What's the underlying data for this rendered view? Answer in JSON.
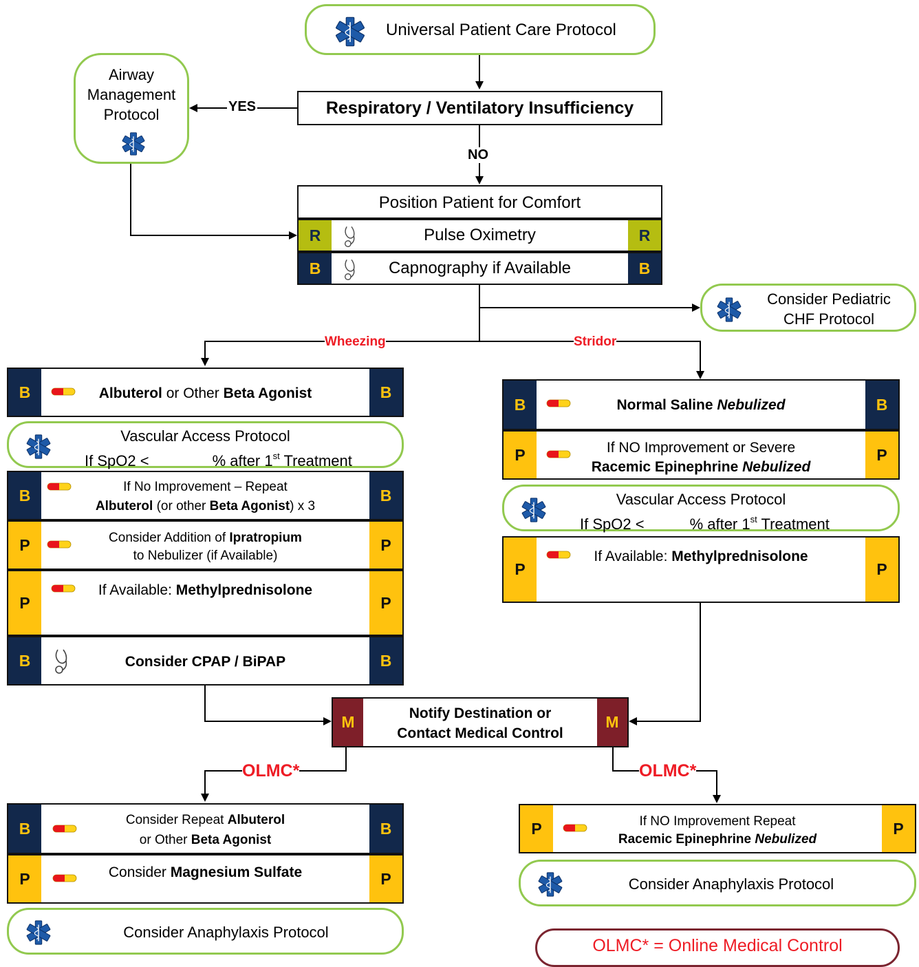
{
  "top": {
    "universal": "Universal Patient Care Protocol"
  },
  "airway": {
    "line1": "Airway",
    "line2": "Management",
    "line3": "Protocol"
  },
  "decision": {
    "title": "Respiratory / Ventilatory Insufficiency",
    "yes": "YES",
    "no": "NO"
  },
  "position": {
    "title": "Position Patient for Comfort",
    "pulse_ox": "Pulse Oximetry",
    "capno": "Capnography if Available"
  },
  "chf": {
    "line1": "Consider Pediatric",
    "line2": "CHF Protocol"
  },
  "branch": {
    "wheezing": "Wheezing",
    "stridor": "Stridor"
  },
  "wheeze": {
    "albuterol_a": "Albuterol",
    "albuterol_b": " or Other ",
    "albuterol_c": "Beta Agonist",
    "vasc_line1": "Vascular Access Protocol",
    "vasc_pre": "If SpO2 <",
    "vasc_mid": "% after 1",
    "vasc_sup": "st",
    "vasc_post": " Treatment",
    "repeat_line1": "If No Improvement – Repeat",
    "repeat_a": "Albuterol",
    "repeat_b": " (or other ",
    "repeat_c": "Beta Agonist",
    "repeat_d": ") x 3",
    "ipra_a": "Consider Addition of ",
    "ipra_b": "Ipratropium",
    "ipra_line2": "to Nebulizer (if Available)",
    "methyl_a": "If Available:  ",
    "methyl_b": "Methylprednisolone",
    "cpap": "Consider CPAP / BiPAP"
  },
  "stridor": {
    "saline_a": "Normal Saline ",
    "saline_b": "Nebulized",
    "improve_line1": "If NO Improvement or Severe",
    "improve_a": "Racemic Epinephrine ",
    "improve_b": "Nebulized",
    "vasc_line1": "Vascular Access Protocol",
    "vasc_pre": "If SpO2 <",
    "vasc_mid": "% after 1",
    "vasc_sup": "st",
    "vasc_post": " Treatment",
    "methyl_a": "If Available:  ",
    "methyl_b": "Methylprednisolone"
  },
  "notify": {
    "line1": "Notify Destination or",
    "line2": "Contact Medical Control"
  },
  "olmc": {
    "label": "OLMC*"
  },
  "bottom_left": {
    "repeat_a": "Consider Repeat ",
    "repeat_b": "Albuterol",
    "repeat_c": "or Other ",
    "repeat_d": "Beta Agonist",
    "mag_a": "Consider ",
    "mag_b": "Magnesium Sulfate",
    "anaph": "Consider Anaphylaxis Protocol"
  },
  "bottom_right": {
    "line1": "If NO Improvement Repeat",
    "race_a": "Racemic Epinephrine ",
    "race_b": "Nebulized",
    "anaph": "Consider Anaphylaxis Protocol"
  },
  "legend": {
    "text": "OLMC* = Online Medical Control"
  },
  "badges": {
    "B": "B",
    "P": "P",
    "R": "R",
    "M": "M"
  },
  "colors": {
    "blue": "#12284b",
    "gold": "#ffc20e",
    "green_border": "#92c94f",
    "maroon": "#7e1f29",
    "olive": "#b5bd11",
    "red_text": "#ee1c25"
  }
}
